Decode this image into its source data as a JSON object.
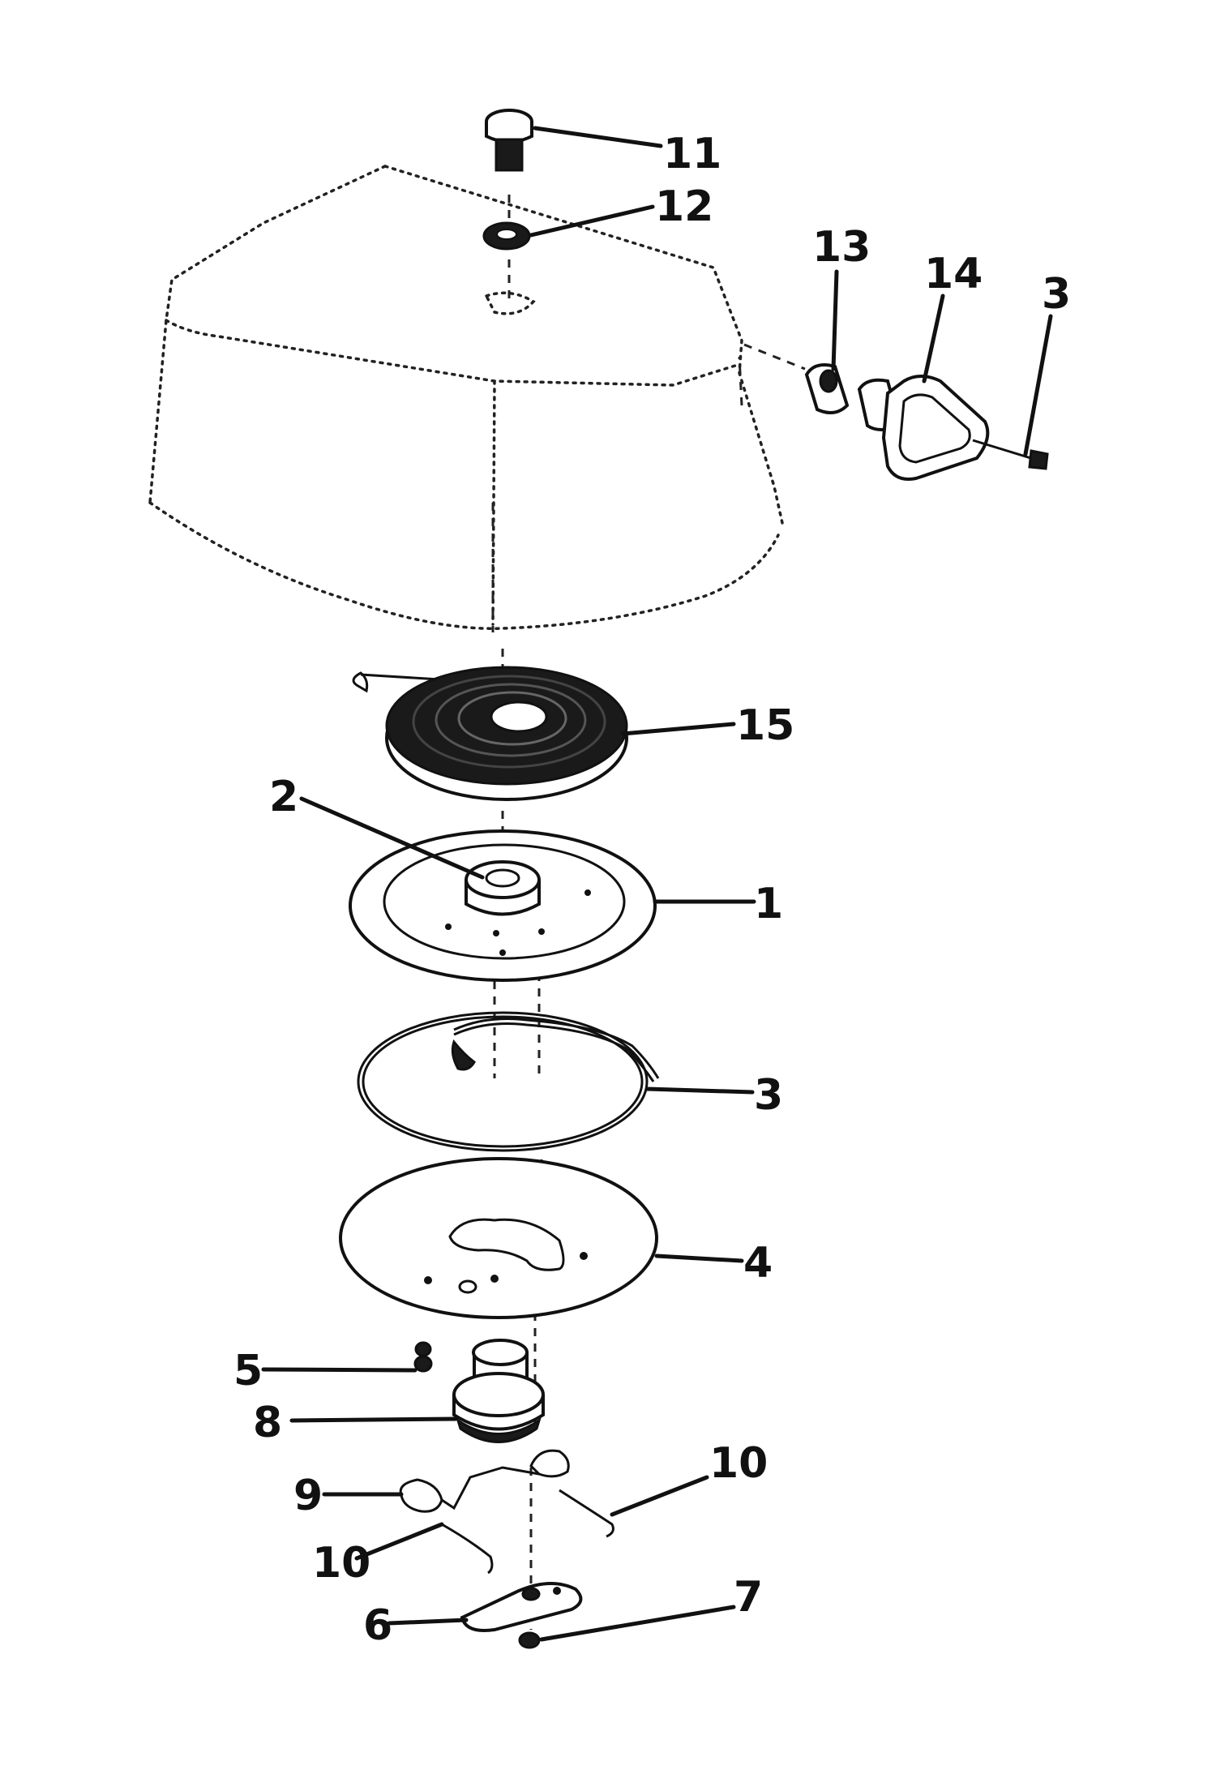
{
  "parts": [
    {
      "id": "p11",
      "label": "11"
    },
    {
      "id": "p12",
      "label": "12"
    },
    {
      "id": "p13",
      "label": "13"
    },
    {
      "id": "p14",
      "label": "14"
    },
    {
      "id": "p3a",
      "label": "3"
    },
    {
      "id": "p15",
      "label": "15"
    },
    {
      "id": "p2",
      "label": "2"
    },
    {
      "id": "p1",
      "label": "1"
    },
    {
      "id": "p3b",
      "label": "3"
    },
    {
      "id": "p4",
      "label": "4"
    },
    {
      "id": "p5",
      "label": "5"
    },
    {
      "id": "p8",
      "label": "8"
    },
    {
      "id": "p9",
      "label": "9"
    },
    {
      "id": "p10a",
      "label": "10"
    },
    {
      "id": "p10b",
      "label": "10"
    },
    {
      "id": "p6",
      "label": "6"
    },
    {
      "id": "p7",
      "label": "7"
    }
  ]
}
